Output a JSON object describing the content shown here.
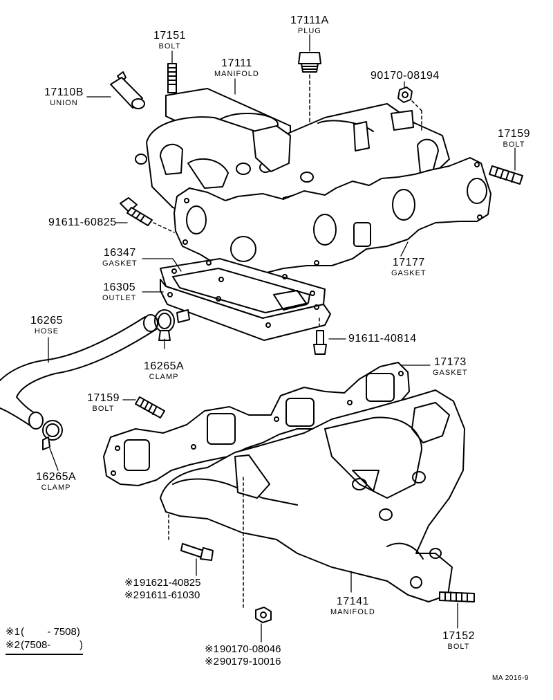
{
  "parts": {
    "p17111A": {
      "number": "17111A",
      "name": "PLUG"
    },
    "p17151": {
      "number": "17151",
      "name": "BOLT"
    },
    "p17111": {
      "number": "17111",
      "name": "MANIFOLD"
    },
    "p17110B": {
      "number": "17110B",
      "name": "UNION"
    },
    "p90170_08194": {
      "number": "90170-08194"
    },
    "p17159a": {
      "number": "17159",
      "name": "BOLT"
    },
    "p91611_60825": {
      "number": "91611-60825"
    },
    "p16347": {
      "number": "16347",
      "name": "GASKET"
    },
    "p17177": {
      "number": "17177",
      "name": "GASKET"
    },
    "p16305": {
      "number": "16305",
      "name": "OUTLET"
    },
    "p16265": {
      "number": "16265",
      "name": "HOSE"
    },
    "p91611_40814": {
      "number": "91611-40814"
    },
    "p16265Aa": {
      "number": "16265A",
      "name": "CLAMP"
    },
    "p17173": {
      "number": "17173",
      "name": "GASKET"
    },
    "p17159b": {
      "number": "17159",
      "name": "BOLT"
    },
    "p16265Ab": {
      "number": "16265A",
      "name": "CLAMP"
    },
    "p17141": {
      "number": "17141",
      "name": "MANIFOLD"
    },
    "p17152": {
      "number": "17152",
      "name": "BOLT"
    }
  },
  "alternates": {
    "bolt_lower": [
      {
        "mark": "※1",
        "number": "91621-40825"
      },
      {
        "mark": "※2",
        "number": "91611-61030"
      }
    ],
    "nut_lower": [
      {
        "mark": "※1",
        "number": "90170-08046"
      },
      {
        "mark": "※2",
        "number": "90179-10016"
      }
    ]
  },
  "footnote": [
    {
      "mark": "※1",
      "range": "(        - 7508)"
    },
    {
      "mark": "※2",
      "range": "(7508-          )"
    }
  ],
  "catalog_ref": "MA  2016-9"
}
